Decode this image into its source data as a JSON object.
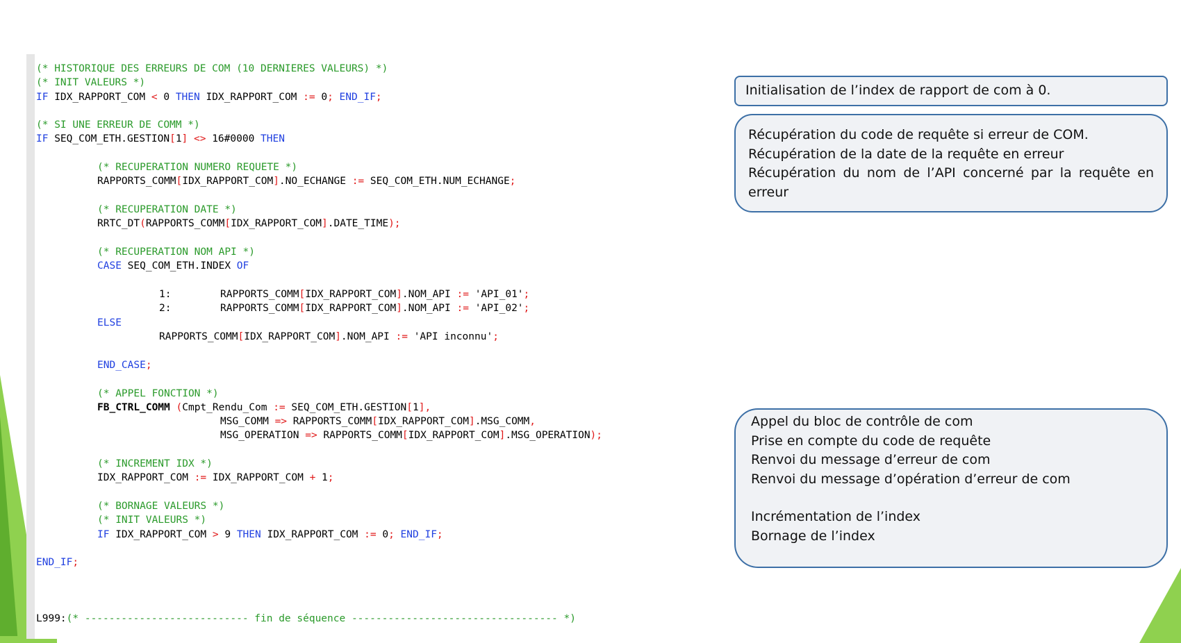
{
  "code": {
    "l1": "(* HISTORIQUE DES ERREURS DE COM (10 DERNIERES VALEURS) *)",
    "l2": "(* INIT VALEURS *)",
    "l3": {
      "kw_if": "IF",
      "var": " IDX_RAPPORT_COM ",
      "op": "<",
      "val": " 0 ",
      "kw_then": "THEN",
      "assign_var": " IDX_RAPPORT_COM ",
      "op_assign": ":=",
      "zero": " 0",
      "semi": ";",
      "kw_endif": " END_IF",
      "semi2": ";"
    },
    "l4": "(* SI UNE ERREUR DE COMM *)",
    "l5": {
      "kw_if": "IF",
      "expr": " SEQ_COM_ETH.GESTION",
      "br1": "[",
      "idx": "1",
      "br2": "]",
      "op": " <> ",
      "val": "16#0000 ",
      "kw_then": "THEN"
    },
    "l6": "(* RECUPERATION NUMERO REQUETE *)",
    "l7": {
      "a": "RAPPORTS_COMM",
      "br1": "[",
      "b": "IDX_RAPPORT_COM",
      "br2": "]",
      "c": ".NO_ECHANGE ",
      "op": ":=",
      "d": " SEQ_COM_ETH.NUM_ECHANGE",
      "semi": ";"
    },
    "l8": "(* RECUPERATION DATE *)",
    "l9": {
      "a": "RRTC_DT",
      "p1": "(",
      "b": "RAPPORTS_COMM",
      "br1": "[",
      "c": "IDX_RAPPORT_COM",
      "br2": "]",
      "d": ".DATE_TIME",
      "p2": ");"
    },
    "l10": "(* RECUPERATION NOM API *)",
    "l11": {
      "kw_case": "CASE",
      "expr": " SEQ_COM_ETH.INDEX ",
      "kw_of": "OF"
    },
    "l12": {
      "num": "1:",
      "a": "RAPPORTS_COMM",
      "br1": "[",
      "b": "IDX_RAPPORT_COM",
      "br2": "]",
      "c": ".NOM_API ",
      "op": ":=",
      "d": " 'API_01'",
      "semi": ";"
    },
    "l13": {
      "num": "2:",
      "a": "RAPPORTS_COMM",
      "br1": "[",
      "b": "IDX_RAPPORT_COM",
      "br2": "]",
      "c": ".NOM_API ",
      "op": ":=",
      "d": " 'API_02'",
      "semi": ";"
    },
    "l14": "ELSE",
    "l15": {
      "a": "RAPPORTS_COMM",
      "br1": "[",
      "b": "IDX_RAPPORT_COM",
      "br2": "]",
      "c": ".NOM_API ",
      "op": ":=",
      "d": " 'API inconnu'",
      "semi": ";"
    },
    "l16": "END_CASE",
    "l16_semi": ";",
    "l17": "(* APPEL FONCTION *)",
    "l18": {
      "fn": "FB_CTRL_COMM",
      "p1": " (",
      "a": "Cmpt_Rendu_Com ",
      "op": ":=",
      "b": " SEQ_COM_ETH.GESTION",
      "br1": "[",
      "idx": "1",
      "br2": "],",
      "c": ""
    },
    "l19": {
      "a": "MSG_COMM ",
      "op": "=>",
      "b": " RAPPORTS_COMM",
      "br1": "[",
      "c": "IDX_RAPPORT_COM",
      "br2": "]",
      "d": ".MSG_COMM",
      "comma": ","
    },
    "l20": {
      "a": "MSG_OPERATION ",
      "op": "=>",
      "b": " RAPPORTS_COMM",
      "br1": "[",
      "c": "IDX_RAPPORT_COM",
      "br2": "]",
      "d": ".MSG_OPERATION",
      "end": ");"
    },
    "l21": "(* INCREMENT IDX *)",
    "l22": {
      "a": "IDX_RAPPORT_COM ",
      "op": ":=",
      "b": " IDX_RAPPORT_COM ",
      "plus": "+",
      "one": " 1",
      "semi": ";"
    },
    "l23": "(* BORNAGE VALEURS *)",
    "l24": "(* INIT VALEURS *)",
    "l25": {
      "kw_if": "IF",
      "var": " IDX_RAPPORT_COM ",
      "op": ">",
      "val": " 9 ",
      "kw_then": "THEN",
      "assign_var": " IDX_RAPPORT_COM ",
      "op_assign": ":=",
      "zero": " 0",
      "semi": ";",
      "kw_endif": " END_IF",
      "semi2": ";"
    },
    "l26": "END_IF",
    "l26_semi": ";",
    "l27": {
      "label": "L999:",
      "cmt": "(* --------------------------- fin de séquence ---------------------------------- *)"
    }
  },
  "callouts": {
    "init": "Initialisation de l’index de rapport de com à 0.",
    "recup": [
      "Récupération du code de requête si erreur de COM.",
      "Récupération de la date de la requête en erreur",
      "Récupération du nom de l’API concerné par la requête en erreur"
    ],
    "appel": [
      "Appel du bloc de contrôle de com",
      "Prise en compte du code de requête",
      "Renvoi du message d’erreur de com",
      "Renvoi du message d’opération d’erreur de com",
      "Incrémentation de l’index",
      "Bornage de l’index"
    ]
  },
  "colors": {
    "comment": "#2a9a2a",
    "keyword": "#1f3fe0",
    "operator": "#e01818",
    "callout_border": "#3c6fa6",
    "accent_green": "#8fd14f"
  }
}
